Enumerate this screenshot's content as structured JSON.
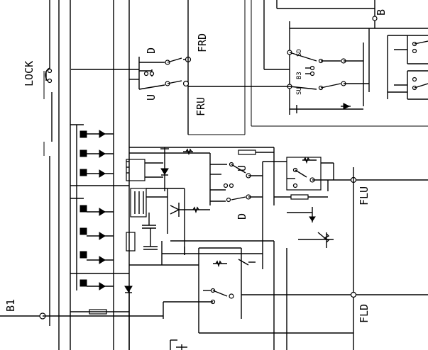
{
  "labels": {
    "lock": "LOCK",
    "d": "D",
    "u": "U",
    "frd": "FRD",
    "fru": "FRU",
    "b": "B",
    "sd": "SD",
    "su": "SU",
    "b3": "B3",
    "flu": "FLU",
    "fld": "FLD",
    "u_inner": "U",
    "d_inner": "D",
    "b1": "B1"
  }
}
